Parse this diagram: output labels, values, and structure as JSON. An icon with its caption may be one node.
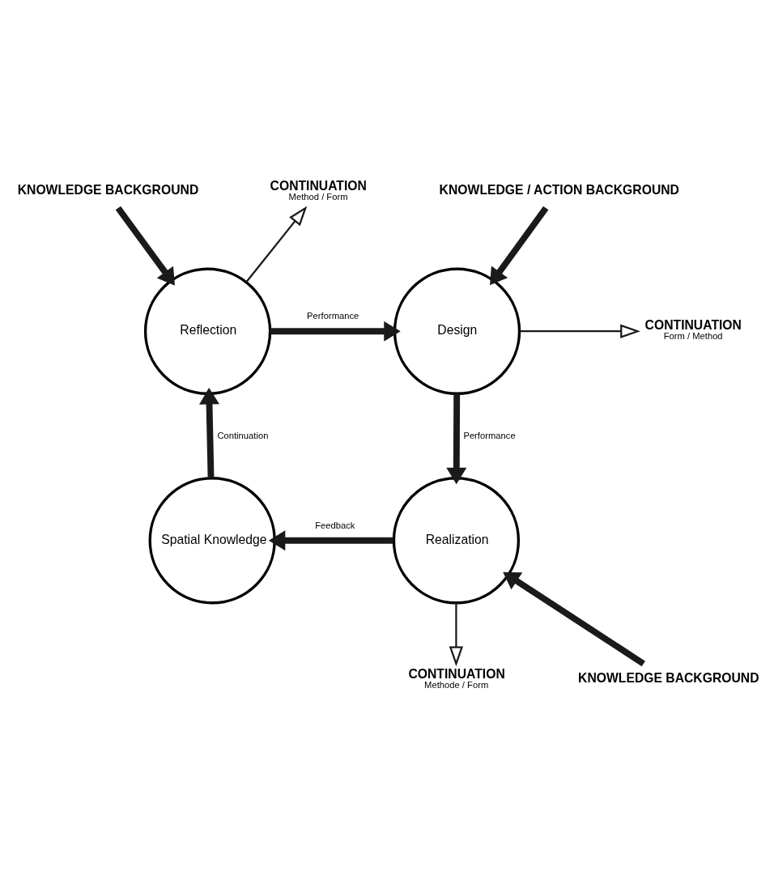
{
  "diagram": {
    "nodes": [
      {
        "text": [
          "Reflection"
        ]
      },
      {
        "text": [
          "Design"
        ]
      },
      {
        "text": [
          "Realization"
        ]
      },
      {
        "text": [
          "Spatial Knowledge"
        ]
      },
      {
        "text": [
          "KNOWLEDGE BACKGROUND"
        ]
      },
      {
        "text": [
          "CONTINUATION",
          "Method / Form"
        ]
      },
      {
        "text": [
          "KNOWLEDGE / ACTION BACKGROUND"
        ]
      },
      {
        "text": [
          "CONTINUATION",
          "Form / Method"
        ]
      },
      {
        "text": [
          "KNOWLEDGE BACKGROUND"
        ]
      },
      {
        "text": [
          "CONTINUATION",
          "Methode / Form"
        ]
      }
    ],
    "edges": [
      {
        "from": 0,
        "to": 1,
        "arrow": "to",
        "label": "Performance"
      },
      {
        "from": 1,
        "to": 2,
        "arrow": "to",
        "label": "Performance"
      },
      {
        "from": 2,
        "to": 3,
        "arrow": "to",
        "label": "Feedback"
      },
      {
        "from": 3,
        "to": 0,
        "arrow": "to",
        "label": "Continuation"
      },
      {
        "from": 4,
        "to": 0,
        "arrow": "to"
      },
      {
        "from": 0,
        "to": 5,
        "arrow": "to"
      },
      {
        "from": 6,
        "to": 1,
        "arrow": "to"
      },
      {
        "from": 1,
        "to": 7,
        "arrow": "to"
      },
      {
        "from": 8,
        "to": 2,
        "arrow": "to"
      },
      {
        "from": 2,
        "to": 9,
        "arrow": "to"
      }
    ]
  }
}
